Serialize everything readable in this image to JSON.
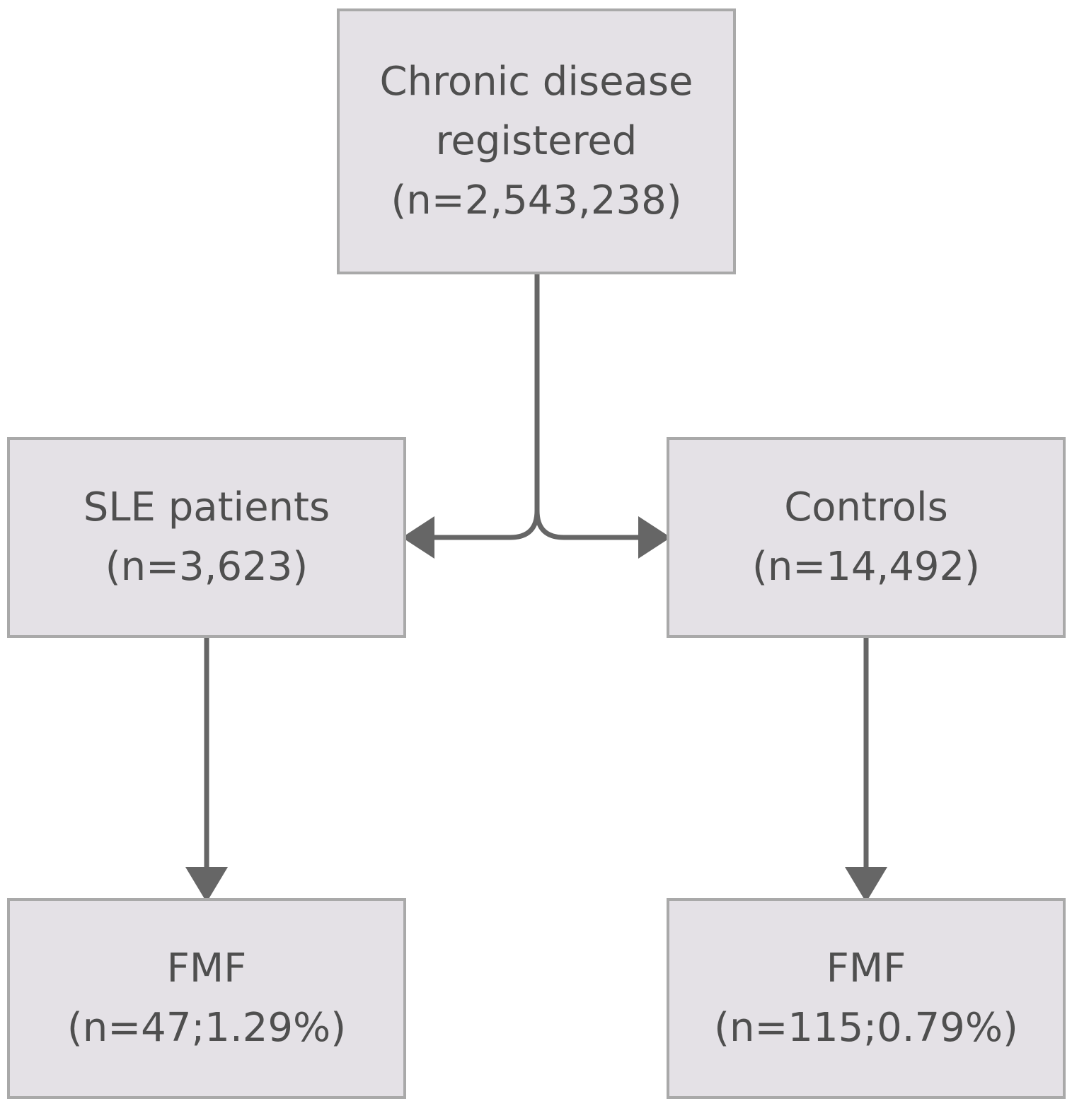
{
  "diagram": {
    "colors": {
      "box_fill": "#e4e1e6",
      "box_border": "#a9a9a9",
      "text": "#4f4f4f",
      "arrow": "#666666"
    },
    "nodes": {
      "registered": {
        "line1": "Chronic disease",
        "line2": "registered",
        "line3": "(n=2,543,238)"
      },
      "sle_patients": {
        "line1": "SLE patients",
        "line2": "(n=3,623)"
      },
      "controls": {
        "line1": "Controls",
        "line2": "(n=14,492)"
      },
      "fmf_sle": {
        "line1": "FMF",
        "line2": "(n=47;1.29%)"
      },
      "fmf_controls": {
        "line1": "FMF",
        "line2": "(n=115;0.79%)"
      }
    },
    "edges": [
      {
        "from": "registered",
        "to": "sle_patients"
      },
      {
        "from": "registered",
        "to": "controls"
      },
      {
        "from": "sle_patients",
        "to": "fmf_sle"
      },
      {
        "from": "controls",
        "to": "fmf_controls"
      }
    ]
  }
}
